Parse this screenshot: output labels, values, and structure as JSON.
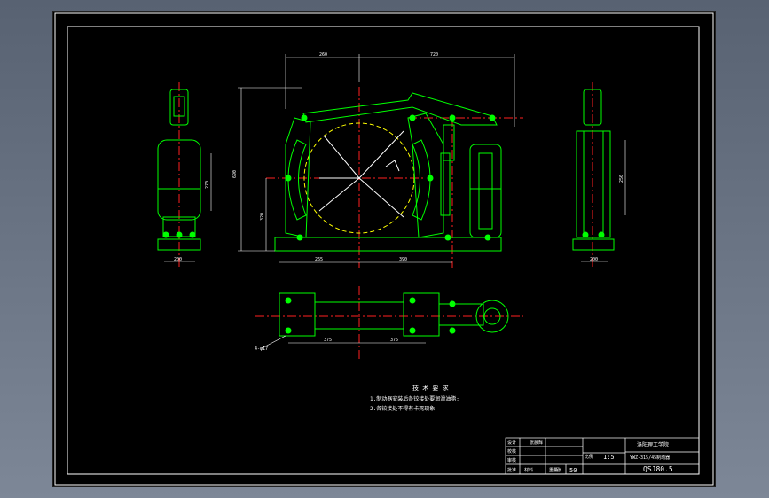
{
  "colors": {
    "background": "#000000",
    "frame": "#ffffff",
    "geometry": "#00ff00",
    "centerline": "#ff2020",
    "circle": "#ffff00",
    "annotation": "#ffffff"
  },
  "dimensions": {
    "top_left": "260",
    "top_right": "720",
    "height_total": "690",
    "center_height": "320",
    "bottom_left": "265",
    "bottom_right": "390",
    "left_view_height": "270",
    "left_view_width": "200",
    "right_view_height": "250",
    "right_view_width": "200",
    "plan_left": "375",
    "plan_right": "375",
    "hole_note": "4-φ17"
  },
  "technical_requirements": {
    "heading": "技 术 要 求",
    "line1": "1.制动器安装后各铰接处要润滑油脂;",
    "line2": "2.各铰接处不得有卡死现象"
  },
  "title_block": {
    "designer_label": "设计",
    "designer_name": "张晨辉",
    "checker_label": "校核",
    "reviewer_label": "审核",
    "approver_label": "批准",
    "material_label": "材料",
    "weight_label": "重量",
    "sheet_label": "张",
    "quantity": "50",
    "scale_label": "比例",
    "scale_value": "1:5",
    "school": "洛阳理工学院",
    "drawing_name": "YWZ-315/45制动器",
    "drawing_code": "QSJ80.5"
  }
}
